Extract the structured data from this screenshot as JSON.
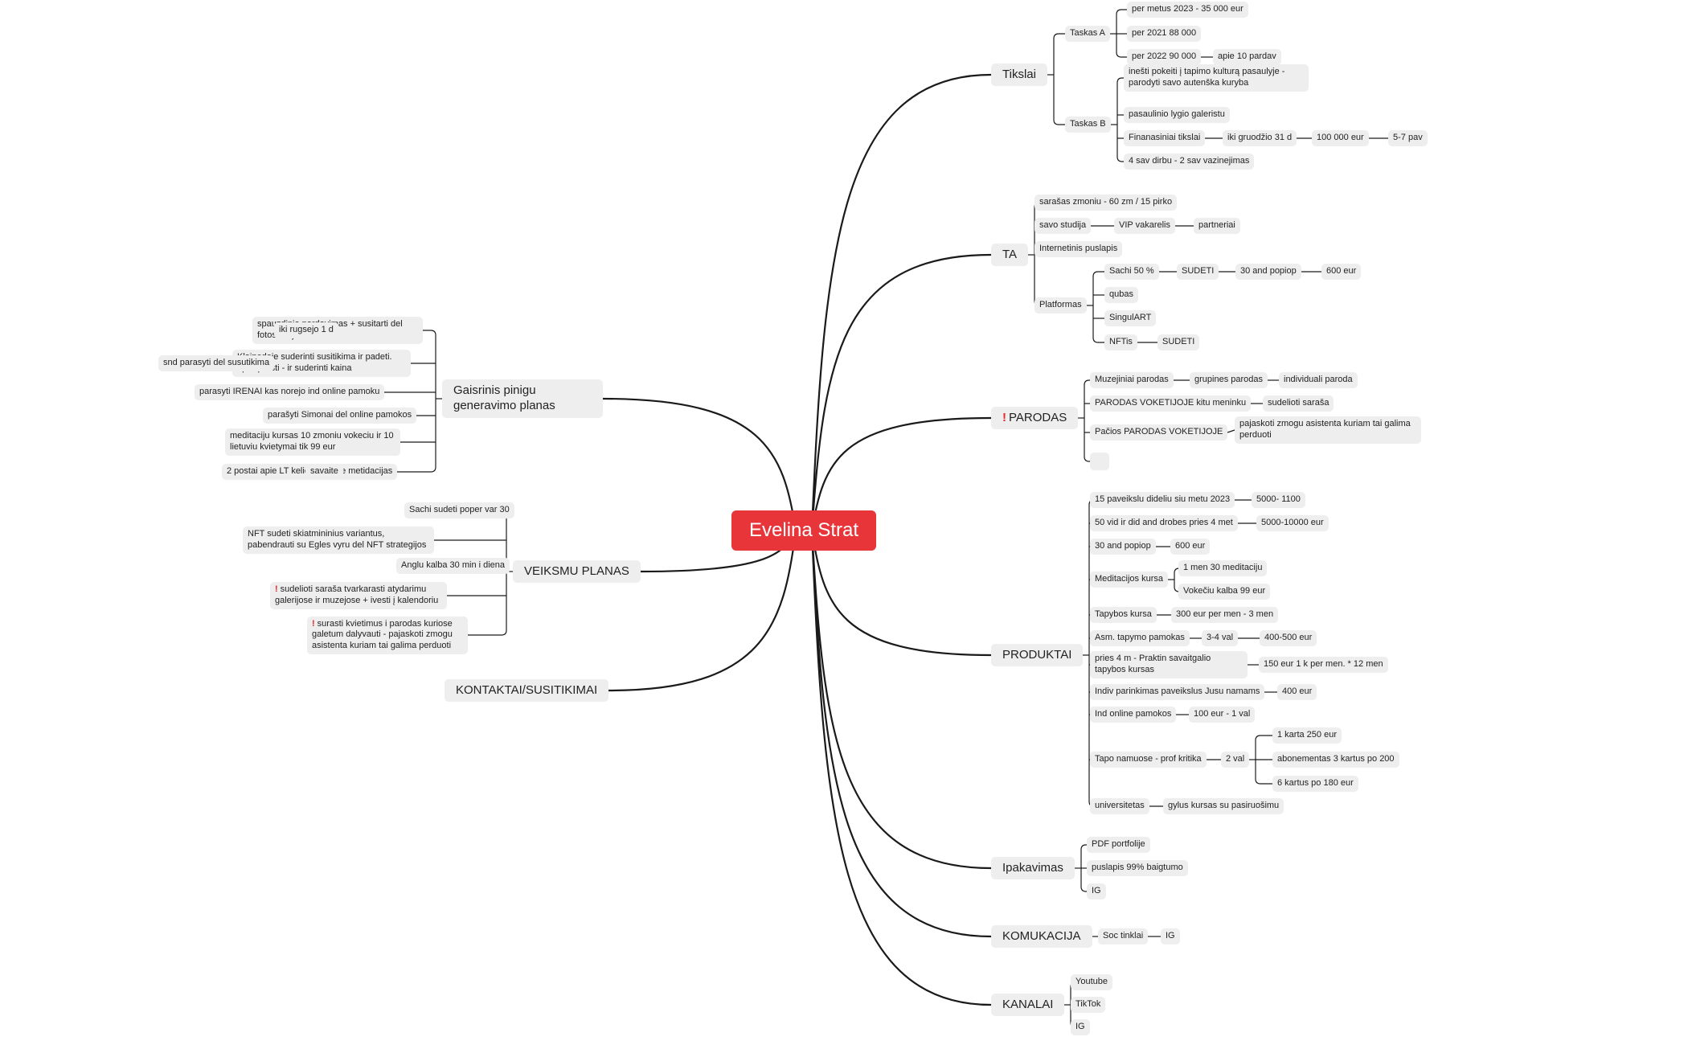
{
  "root": {
    "id": "root",
    "label": "Evelina Strat"
  },
  "branches": [
    {
      "id": "tikslai",
      "label": "Tikslai",
      "children": [
        {
          "id": "taskasA",
          "label": "Taskas A",
          "children": [
            {
              "id": "a1",
              "label": "per metus 2023  - 35 000 eur"
            },
            {
              "id": "a2",
              "label": "per 2021 88 000"
            },
            {
              "id": "a3",
              "label": "per 2022 90 000",
              "children": [
                {
                  "id": "a3a",
                  "label": "apie 10 pardav"
                }
              ]
            }
          ]
        },
        {
          "id": "taskasB",
          "label": "Taskas B",
          "children": [
            {
              "id": "b1",
              "label": "inešti pokeiti į tapimo kulturą pasaulyje - parodyti savo autenška kuryba"
            },
            {
              "id": "b2",
              "label": "pasaulinio lygio galeristu"
            },
            {
              "id": "b3",
              "label": "Finanasiniai tikslai",
              "children": [
                {
                  "id": "b3a",
                  "label": "iki gruodžio 31 d",
                  "children": [
                    {
                      "id": "b3b",
                      "label": "100 000 eur",
                      "children": [
                        {
                          "id": "b3c",
                          "label": "5-7 pav"
                        }
                      ]
                    }
                  ]
                }
              ]
            },
            {
              "id": "b4",
              "label": "4 sav dirbu - 2 sav vazinejimas"
            }
          ]
        }
      ]
    },
    {
      "id": "ta",
      "label": "TA",
      "children": [
        {
          "id": "t1",
          "label": "sarašas zmoniu - 60 zm / 15 pirko"
        },
        {
          "id": "t2",
          "label": "savo studija",
          "children": [
            {
              "id": "t2a",
              "label": "VIP vakarelis",
              "children": [
                {
                  "id": "t2b",
                  "label": "partneriai"
                }
              ]
            }
          ]
        },
        {
          "id": "t3",
          "label": "Internetinis puslapis"
        },
        {
          "id": "t4",
          "label": "Platformas",
          "children": [
            {
              "id": "p1",
              "label": "Sachi 50 %",
              "children": [
                {
                  "id": "p1a",
                  "label": "SUDETI",
                  "children": [
                    {
                      "id": "p1b",
                      "label": "30 and popiop",
                      "children": [
                        {
                          "id": "p1c",
                          "label": "600 eur"
                        }
                      ]
                    }
                  ]
                }
              ]
            },
            {
              "id": "p2",
              "label": "qubas"
            },
            {
              "id": "p3",
              "label": "SingulART"
            },
            {
              "id": "p4",
              "label": "NFTis",
              "children": [
                {
                  "id": "p4a",
                  "label": "SUDETI"
                }
              ]
            }
          ]
        }
      ]
    },
    {
      "id": "parodas",
      "label": "PARODAS",
      "flag": true,
      "children": [
        {
          "id": "r1",
          "label": "Muzejiniai parodas",
          "children": [
            {
              "id": "r1a",
              "label": "grupines parodas",
              "children": [
                {
                  "id": "r1b",
                  "label": "individuali paroda"
                }
              ]
            }
          ]
        },
        {
          "id": "r2",
          "label": "PARODAS VOKETIJOJE kitu meninku",
          "children": [
            {
              "id": "r2a",
              "label": "sudelioti saraša"
            }
          ]
        },
        {
          "id": "r3",
          "label": "Pačios PARODAS VOKETIJOJE",
          "children": [
            {
              "id": "r3a",
              "label": "pajaskoti zmogu asistenta kuriam tai galima perduoti"
            }
          ]
        },
        {
          "id": "r4",
          "label": "",
          "blank": true
        }
      ]
    },
    {
      "id": "produktai",
      "label": "PRODUKTAI",
      "children": [
        {
          "id": "x1",
          "label": "15 paveikslu dideliu siu metu 2023",
          "children": [
            {
              "id": "x1a",
              "label": "5000- 1100"
            }
          ]
        },
        {
          "id": "x2",
          "label": "50 vid ir did and drobes pries 4 met",
          "children": [
            {
              "id": "x2a",
              "label": "5000-10000 eur"
            }
          ]
        },
        {
          "id": "x3",
          "label": "30 and popiop",
          "children": [
            {
              "id": "x3a",
              "label": "600 eur"
            }
          ]
        },
        {
          "id": "x4",
          "label": "Meditacijos kursa",
          "children": [
            {
              "id": "x4a",
              "label": "1 men 30 meditaciju"
            },
            {
              "id": "x4b",
              "label": "Vokečiu kalba 99 eur"
            }
          ]
        },
        {
          "id": "x5",
          "label": "Tapybos kursa",
          "children": [
            {
              "id": "x5a",
              "label": "300 eur per men - 3 men"
            }
          ]
        },
        {
          "id": "x6",
          "label": "Asm. tapymo pamokas",
          "children": [
            {
              "id": "x6a",
              "label": "3-4 val",
              "children": [
                {
                  "id": "x6b",
                  "label": "400-500 eur"
                }
              ]
            }
          ]
        },
        {
          "id": "x7",
          "label": "pries 4 m - Praktin savaitgalio tapybos kursas",
          "children": [
            {
              "id": "x7a",
              "label": "150 eur 1 k per men. * 12 men"
            }
          ]
        },
        {
          "id": "x8",
          "label": "Indiv parinkimas paveikslus Jusu namams",
          "children": [
            {
              "id": "x8a",
              "label": "400 eur"
            }
          ]
        },
        {
          "id": "x9",
          "label": "Ind online pamokos",
          "children": [
            {
              "id": "x9a",
              "label": "100 eur - 1 val"
            }
          ]
        },
        {
          "id": "x10",
          "label": "Tapo namuose - prof kritika",
          "children": [
            {
              "id": "x10a",
              "label": "2 val",
              "children": [
                {
                  "id": "x10b",
                  "label": "1 karta 250 eur"
                },
                {
                  "id": "x10c",
                  "label": "abonementas 3 kartus po 200"
                },
                {
                  "id": "x10d",
                  "label": "6 kartus po 180 eur"
                }
              ]
            }
          ]
        },
        {
          "id": "x11",
          "label": "universitetas",
          "children": [
            {
              "id": "x11a",
              "label": "gylus kursas su pasiruošimu"
            }
          ]
        }
      ]
    },
    {
      "id": "ipakavimas",
      "label": "Ipakavimas",
      "children": [
        {
          "id": "i1",
          "label": "PDF portfolije"
        },
        {
          "id": "i2",
          "label": "puslapis 99% baigtumo"
        },
        {
          "id": "i3",
          "label": "IG"
        }
      ]
    },
    {
      "id": "komukacija",
      "label": "KOMUKACIJA",
      "children": [
        {
          "id": "k1",
          "label": "Soc tinklai",
          "children": [
            {
              "id": "k1a",
              "label": "IG"
            }
          ]
        }
      ]
    },
    {
      "id": "kanalai",
      "label": "KANALAI",
      "children": [
        {
          "id": "c1",
          "label": "Youtube"
        },
        {
          "id": "c2",
          "label": "TikTok"
        },
        {
          "id": "c3",
          "label": "IG"
        }
      ]
    },
    {
      "id": "gaisrinis",
      "label": "Gaisrinis pinigu generavimo planas",
      "children": [
        {
          "id": "g1",
          "label": "spauzdinio pardavimas + susitarti del fotosessijos",
          "children": [
            {
              "id": "g1a",
              "label": "iki rugsejo 1 d"
            }
          ]
        },
        {
          "id": "g2",
          "label": "Klaipedoje suderinti susitikima ir padeti. apsispresti - ir suderinti kaina",
          "children": [
            {
              "id": "g2a",
              "label": "snd parasyti del susutikima"
            }
          ]
        },
        {
          "id": "g3",
          "label": "parasyti IRENAI kas norejo ind online pamoku"
        },
        {
          "id": "g4",
          "label": "parašyti Simonai del online pamokos"
        },
        {
          "id": "g5",
          "label": "meditaciju kursas 10 zmoniu vokeciu ir 10 lietuviu kvietymai tik 99 eur"
        },
        {
          "id": "g6",
          "label": "2 postai apie LT kelione ir apie metidacijas",
          "children": [
            {
              "id": "g6a",
              "label": "savaite"
            }
          ]
        }
      ]
    },
    {
      "id": "veiksmu",
      "label": "VEIKSMU PLANAS",
      "children": [
        {
          "id": "v1",
          "label": "Sachi sudeti poper var 30"
        },
        {
          "id": "v2",
          "label": "NFT sudeti skiatmininius variantus, pabendrauti su Egles vyru del NFT strategijos"
        },
        {
          "id": "v3",
          "label": "Anglu kalba 30 min i diena"
        },
        {
          "id": "v4",
          "label": "sudelioti saraša tvarkarasti atydarimu galerijose ir muzejose  + ivesti į kalendoriu",
          "flag": true
        },
        {
          "id": "v5",
          "label": "surasti kvietimus i parodas kuriose galetum dalyvauti - pajaskoti zmogu asistenta kuriam tai galima perduoti",
          "flag": true
        }
      ]
    },
    {
      "id": "kontaktai",
      "label": "KONTAKTAI/SUSITIKIMAI"
    }
  ]
}
